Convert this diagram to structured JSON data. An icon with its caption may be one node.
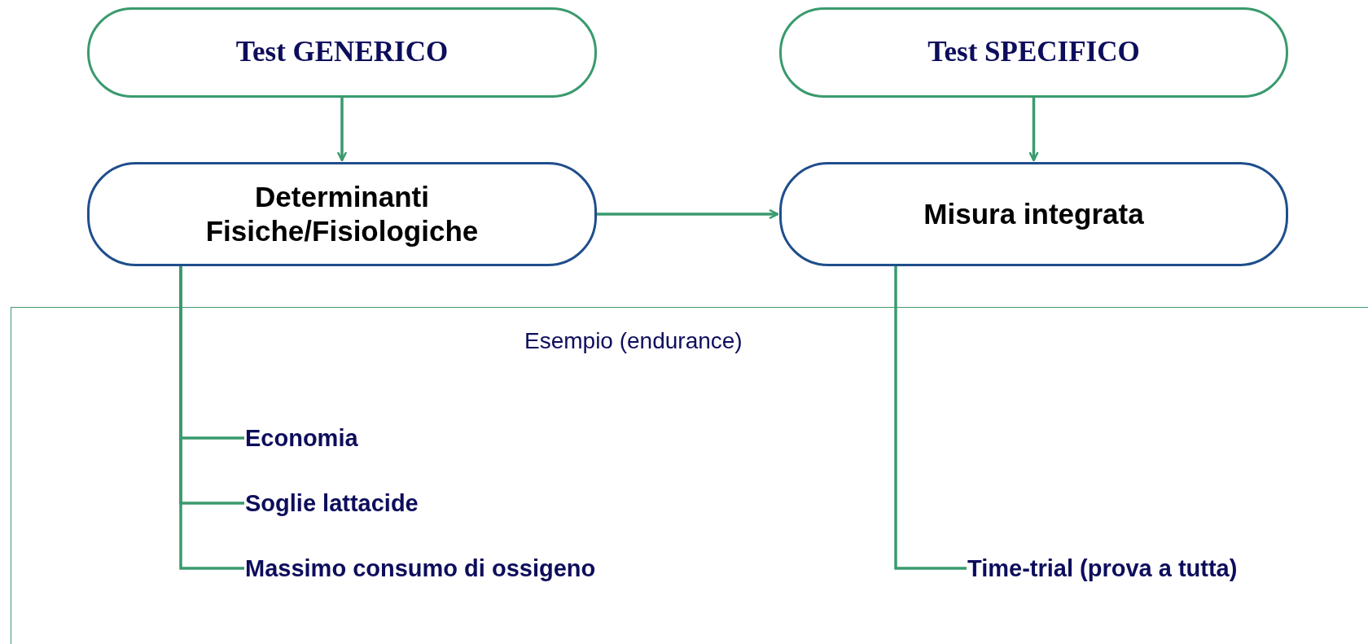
{
  "diagram": {
    "nodes": [
      {
        "text": [
          "Test GENERICO"
        ]
      },
      {
        "text": [
          "Test SPECIFICO"
        ]
      },
      {
        "text": [
          "Determinanti Fisiche/Fisiologiche"
        ]
      },
      {
        "text": [
          "Misura integrata"
        ]
      },
      {
        "text": [
          "Esempio (endurance)"
        ]
      },
      {
        "text": [
          "Economia"
        ],
        "in": 4
      },
      {
        "text": [
          "Soglie lattacide"
        ],
        "in": 4
      },
      {
        "text": [
          "Massimo consumo di ossigeno"
        ],
        "in": 4
      },
      {
        "text": [
          "Time-trial (prova a tutta)"
        ],
        "in": 4
      }
    ],
    "edges": [
      {
        "from": 0,
        "to": 2,
        "arrow": "to"
      },
      {
        "from": 1,
        "to": 3,
        "arrow": "to"
      },
      {
        "from": 2,
        "to": 3,
        "arrow": "to"
      },
      {
        "from": 2,
        "to": 5,
        "arrow": "none"
      },
      {
        "from": 2,
        "to": 6,
        "arrow": "none"
      },
      {
        "from": 2,
        "to": 7,
        "arrow": "none"
      },
      {
        "from": 3,
        "to": 8,
        "arrow": "none"
      }
    ]
  }
}
